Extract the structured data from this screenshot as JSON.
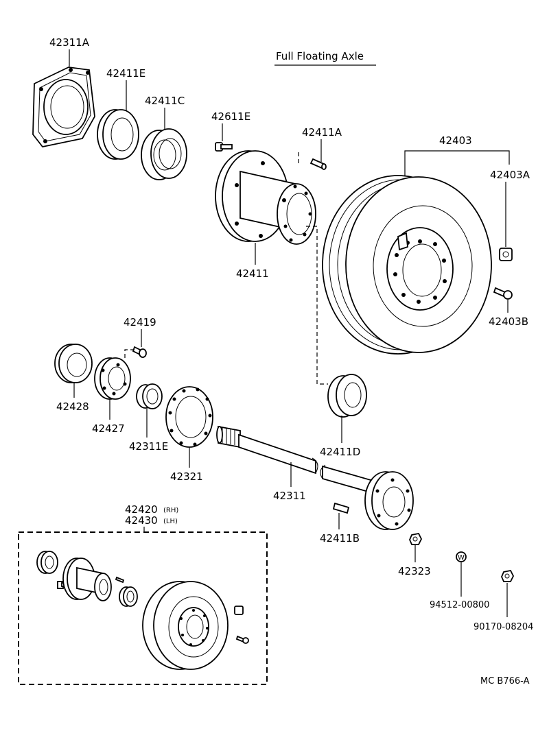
{
  "title": "Full Floating Axle",
  "diagram_code": "MC  B766-A",
  "labels": {
    "p42311A": "42311A",
    "p42411E": "42411E",
    "p42411C": "42411C",
    "p42611E": "42611E",
    "p42411A": "42411A",
    "p42403": "42403",
    "p42403A": "42403A",
    "p42411": "42411",
    "p42403B": "42403B",
    "p42419": "42419",
    "p42428": "42428",
    "p42427": "42427",
    "p42311E": "42311E",
    "p42321": "42321",
    "p42411D": "42411D",
    "p42311": "42311",
    "p42411B": "42411B",
    "p42323": "42323",
    "p94512": "94512-00800",
    "p90170": "90170-08204",
    "p42420": "42420",
    "p42420_side": "(RH)",
    "p42430": "42430",
    "p42430_side": "(LH)"
  }
}
